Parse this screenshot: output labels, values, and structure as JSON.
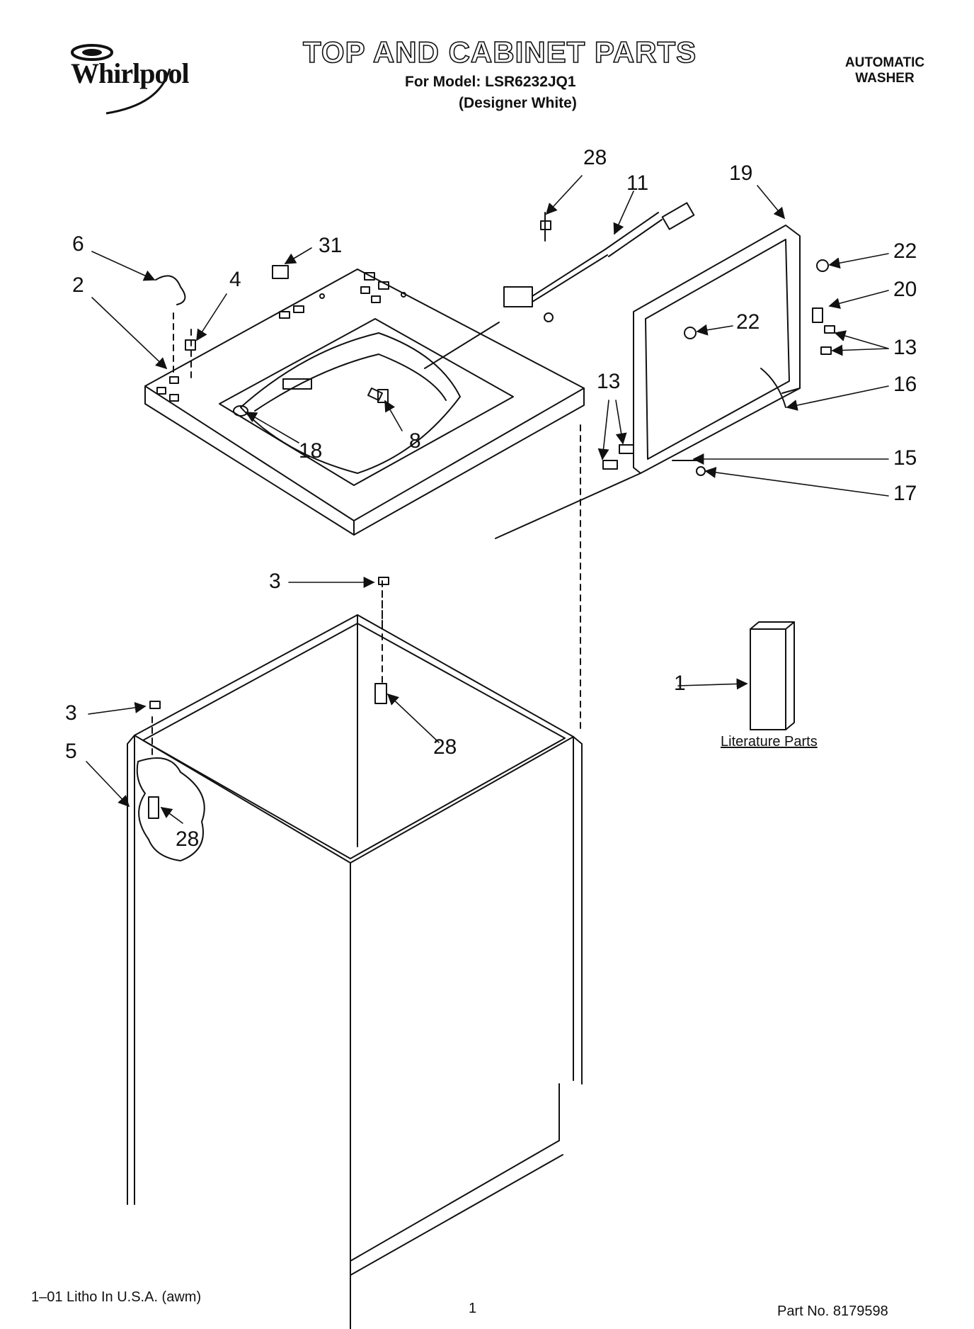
{
  "header": {
    "brand": "Whirlpool",
    "title": "TOP AND CABINET PARTS",
    "model_line": "For Model: LSR6232JQ1",
    "color_line": "(Designer White)",
    "appliance_type": [
      "AUTOMATIC",
      "WASHER"
    ]
  },
  "callouts": [
    {
      "id": "c28-top",
      "text": "28"
    },
    {
      "id": "c11",
      "text": "11"
    },
    {
      "id": "c19",
      "text": "19"
    },
    {
      "id": "c6",
      "text": "6"
    },
    {
      "id": "c31",
      "text": "31"
    },
    {
      "id": "c2",
      "text": "2"
    },
    {
      "id": "c4",
      "text": "4"
    },
    {
      "id": "c22-right",
      "text": "22"
    },
    {
      "id": "c20",
      "text": "20"
    },
    {
      "id": "c22-inner",
      "text": "22"
    },
    {
      "id": "c13-right",
      "text": "13"
    },
    {
      "id": "c13-left",
      "text": "13"
    },
    {
      "id": "c16",
      "text": "16"
    },
    {
      "id": "c18",
      "text": "18"
    },
    {
      "id": "c8",
      "text": "8"
    },
    {
      "id": "c15",
      "text": "15"
    },
    {
      "id": "c17",
      "text": "17"
    },
    {
      "id": "c3-top",
      "text": "3"
    },
    {
      "id": "c1",
      "text": "1"
    },
    {
      "id": "c3-left",
      "text": "3"
    },
    {
      "id": "c28-mid",
      "text": "28"
    },
    {
      "id": "c5",
      "text": "5"
    },
    {
      "id": "c28-low",
      "text": "28"
    }
  ],
  "literature_label": "Literature Parts",
  "footer": {
    "litho": "1–01 Litho In U.S.A. (awm)",
    "page": "1",
    "part_no": "Part No. 8179598"
  }
}
